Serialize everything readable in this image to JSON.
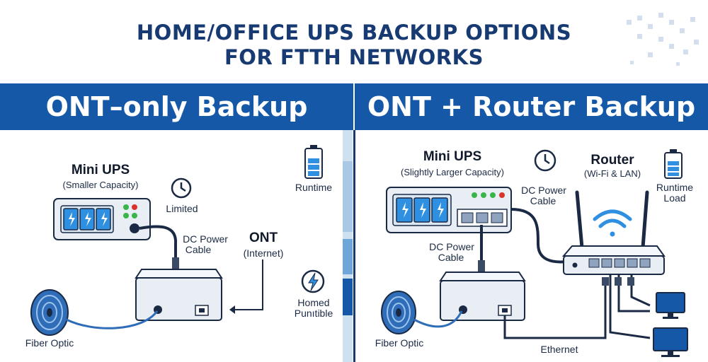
{
  "title": {
    "line1": "HOME/OFFICE UPS BACKUP OPTIONS",
    "line2": "FOR FTTH NETWORKS"
  },
  "left": {
    "heading": "ONT–only Backup",
    "ups_title": "Mini UPS",
    "ups_subtitle": "(Smaller Capacity)",
    "clock_label": "Limited",
    "dc_label_1": "DC Power",
    "dc_label_2": "Cable",
    "ont_title": "ONT",
    "ont_subtitle": "(Internet)",
    "fiber_label": "Fiber Optic"
  },
  "side": {
    "battery_label": "Runtime",
    "bolt_label_1": "Homed",
    "bolt_label_2": "Punıtible"
  },
  "right": {
    "heading": "ONT + Router Backup",
    "ups_title": "Mini UPS",
    "ups_subtitle": "(Slightly Larger Capacity)",
    "dc_top_1": "DC Power",
    "dc_top_2": "Cable",
    "router_title": "Router",
    "router_subtitle": "(Wi-Fi & LAN)",
    "battery_label_1": "Runtime",
    "battery_label_2": "Load",
    "dc_mid_1": "DC Power",
    "dc_mid_2": "Cable",
    "fiber_label": "Fiber Optic",
    "ethernet_label": "Ethernet"
  },
  "colors": {
    "navy": "#173a73",
    "banner": "#1658a8",
    "device_fill": "#e9eef5",
    "outline": "#1b2a44",
    "accent": "#2f8fe0",
    "led_green": "#39b54a",
    "led_red": "#d9342b"
  }
}
